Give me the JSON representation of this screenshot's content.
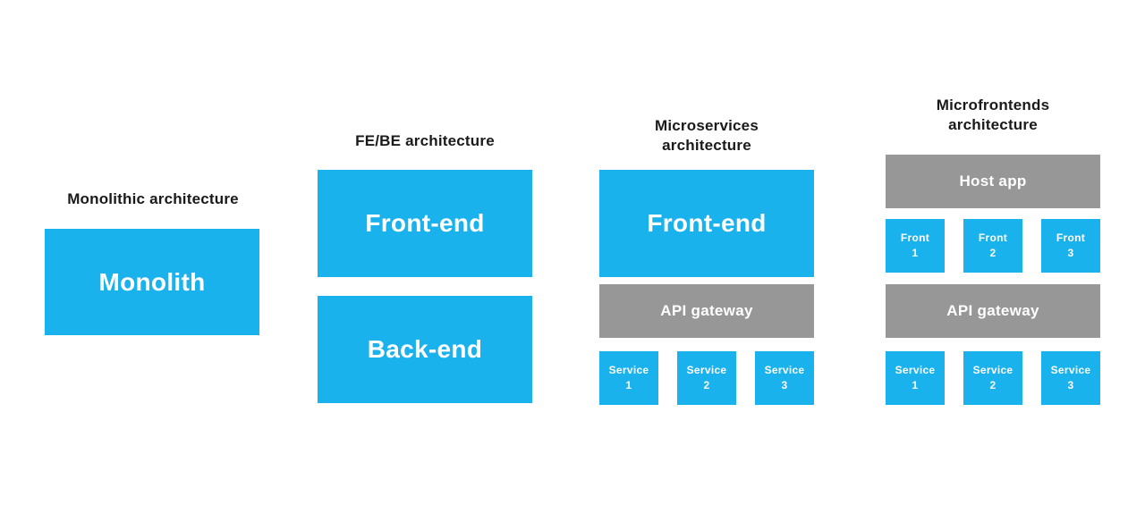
{
  "colors": {
    "accent": "#1ab2ec",
    "gray": "#979797",
    "boxtext": "#ffffff",
    "title": "#1a1a1a"
  },
  "monolithic": {
    "title": "Monolithic architecture",
    "monolith": "Monolith"
  },
  "febe": {
    "title": "FE/BE architecture",
    "frontend": "Front-end",
    "backend": "Back-end"
  },
  "microservices": {
    "title": "Microservices\narchitecture",
    "frontend": "Front-end",
    "gateway": "API gateway",
    "services": [
      "Service\n1",
      "Service\n2",
      "Service\n3"
    ]
  },
  "microfrontends": {
    "title": "Microfrontends\narchitecture",
    "host": "Host app",
    "fronts": [
      "Front\n1",
      "Front\n2",
      "Front\n3"
    ],
    "gateway": "API gateway",
    "services": [
      "Service\n1",
      "Service\n2",
      "Service\n3"
    ]
  }
}
